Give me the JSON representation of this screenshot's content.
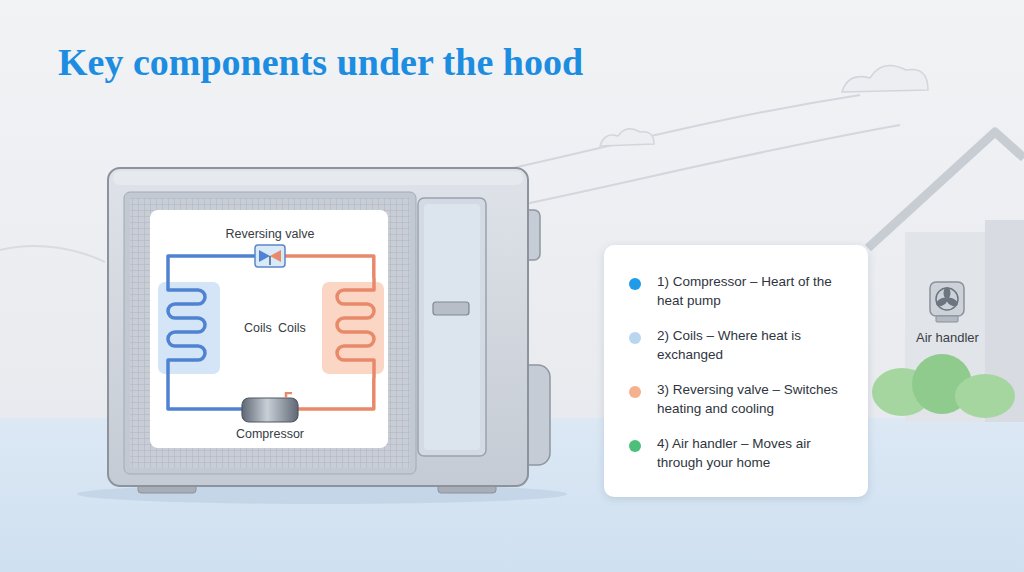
{
  "diagram": {
    "title": "Key components under the hood",
    "nodes": [
      {
        "text": [
          "Reversing valve"
        ]
      },
      {
        "text": [
          "Coils"
        ]
      },
      {
        "text": [
          "Coils"
        ]
      },
      {
        "text": [
          "Compressor"
        ]
      },
      {
        "text": [
          "Air handler"
        ]
      }
    ],
    "edges": [
      {
        "from": 1,
        "to": 0,
        "arrow": "none"
      },
      {
        "from": 0,
        "to": 2,
        "arrow": "none"
      },
      {
        "from": 2,
        "to": 3,
        "arrow": "none"
      },
      {
        "from": 3,
        "to": 1,
        "arrow": "none"
      }
    ],
    "legend": [
      {
        "text": "1) Compressor – Heart of the heat pump",
        "color": "#1f9be8"
      },
      {
        "text": "2) Coils – Where heat is exchanged",
        "color": "#b8d6ef"
      },
      {
        "text": "3) Reversing valve – Switches heating and cooling",
        "color": "#f5b08f"
      },
      {
        "text": "4) Air handler – Moves air through your home",
        "color": "#4cbf79"
      }
    ]
  }
}
